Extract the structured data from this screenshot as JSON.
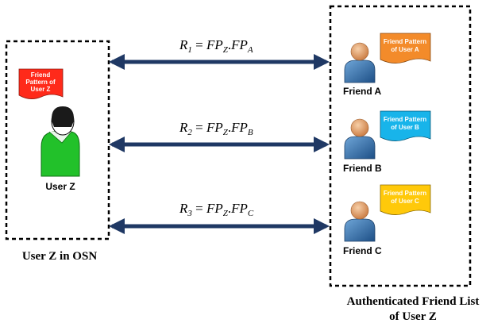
{
  "left_box": {
    "caption": "User Z  in  OSN",
    "user_label": "User Z",
    "flag": {
      "lines": [
        "Friend",
        "Pattern of",
        "User Z"
      ],
      "color": "#ff2a1a",
      "text_color": "#ffffff"
    }
  },
  "right_box": {
    "caption_line1": "Authenticated Friend List",
    "caption_line2": "of User Z",
    "friends": [
      {
        "label": "Friend  A",
        "flag_lines": [
          "Friend Pattern",
          "of User A"
        ],
        "flag_color": "#f38b2a"
      },
      {
        "label": "Friend  B",
        "flag_lines": [
          "Friend Pattern",
          "of User B"
        ],
        "flag_color": "#18b4ea"
      },
      {
        "label": "Friend  C",
        "flag_lines": [
          "Friend Pattern",
          "of User C"
        ],
        "flag_color": "#ffc90a"
      }
    ]
  },
  "relations": [
    {
      "lhs": "R",
      "lhs_sub": "1",
      "a": "FP",
      "a_sub": "Z",
      "b": "FP",
      "b_sub": "A"
    },
    {
      "lhs": "R",
      "lhs_sub": "2",
      "a": "FP",
      "a_sub": "Z",
      "b": "FP",
      "b_sub": "B"
    },
    {
      "lhs": "R",
      "lhs_sub": "3",
      "a": "FP",
      "a_sub": "Z",
      "b": "FP",
      "b_sub": "C"
    }
  ],
  "colors": {
    "arrow": "#1f3864",
    "person_body": "#3a78b5",
    "person_head": "#e8a77a",
    "user_body": "#22c12a"
  }
}
